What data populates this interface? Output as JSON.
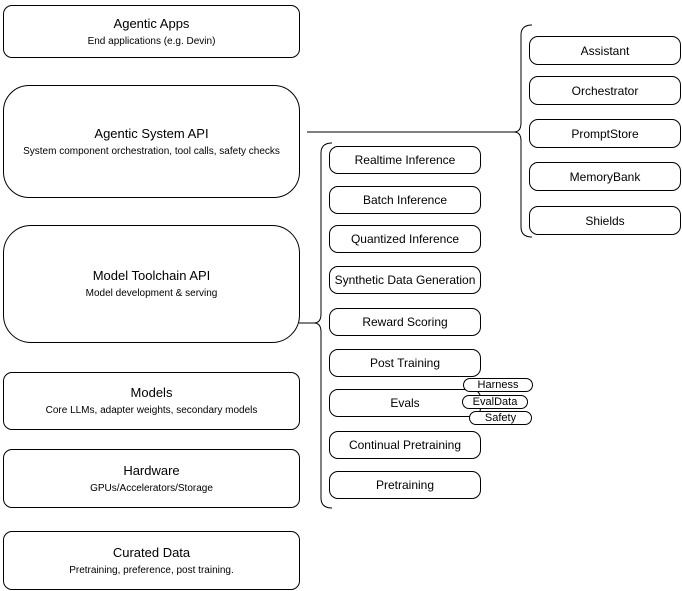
{
  "diagram": {
    "layers": [
      {
        "title": "Agentic Apps",
        "subtitle": "End applications (e.g. Devin)"
      },
      {
        "title": "Agentic System API",
        "subtitle": "System component orchestration, tool calls, safety checks"
      },
      {
        "title": "Model Toolchain API",
        "subtitle": "Model development & serving"
      },
      {
        "title": "Models",
        "subtitle": "Core LLMs, adapter weights, secondary models"
      },
      {
        "title": "Hardware",
        "subtitle": "GPUs/Accelerators/Storage"
      },
      {
        "title": "Curated Data",
        "subtitle": "Pretraining, preference, post training."
      }
    ],
    "toolchain_services": [
      "Realtime Inference",
      "Batch Inference",
      "Quantized Inference",
      "Synthetic Data Generation",
      "Reward Scoring",
      "Post Training",
      "Evals",
      "Continual Pretraining",
      "Pretraining"
    ],
    "eval_tags": [
      "Harness",
      "EvalData",
      "Safety"
    ],
    "system_components": [
      "Assistant",
      "Orchestrator",
      "PromptStore",
      "MemoryBank",
      "Shields"
    ],
    "colors": {
      "node_fill": "#ffffff",
      "node_border": "#000000",
      "connector": "#000000",
      "text": "#000000",
      "background": "#ffffff"
    }
  }
}
